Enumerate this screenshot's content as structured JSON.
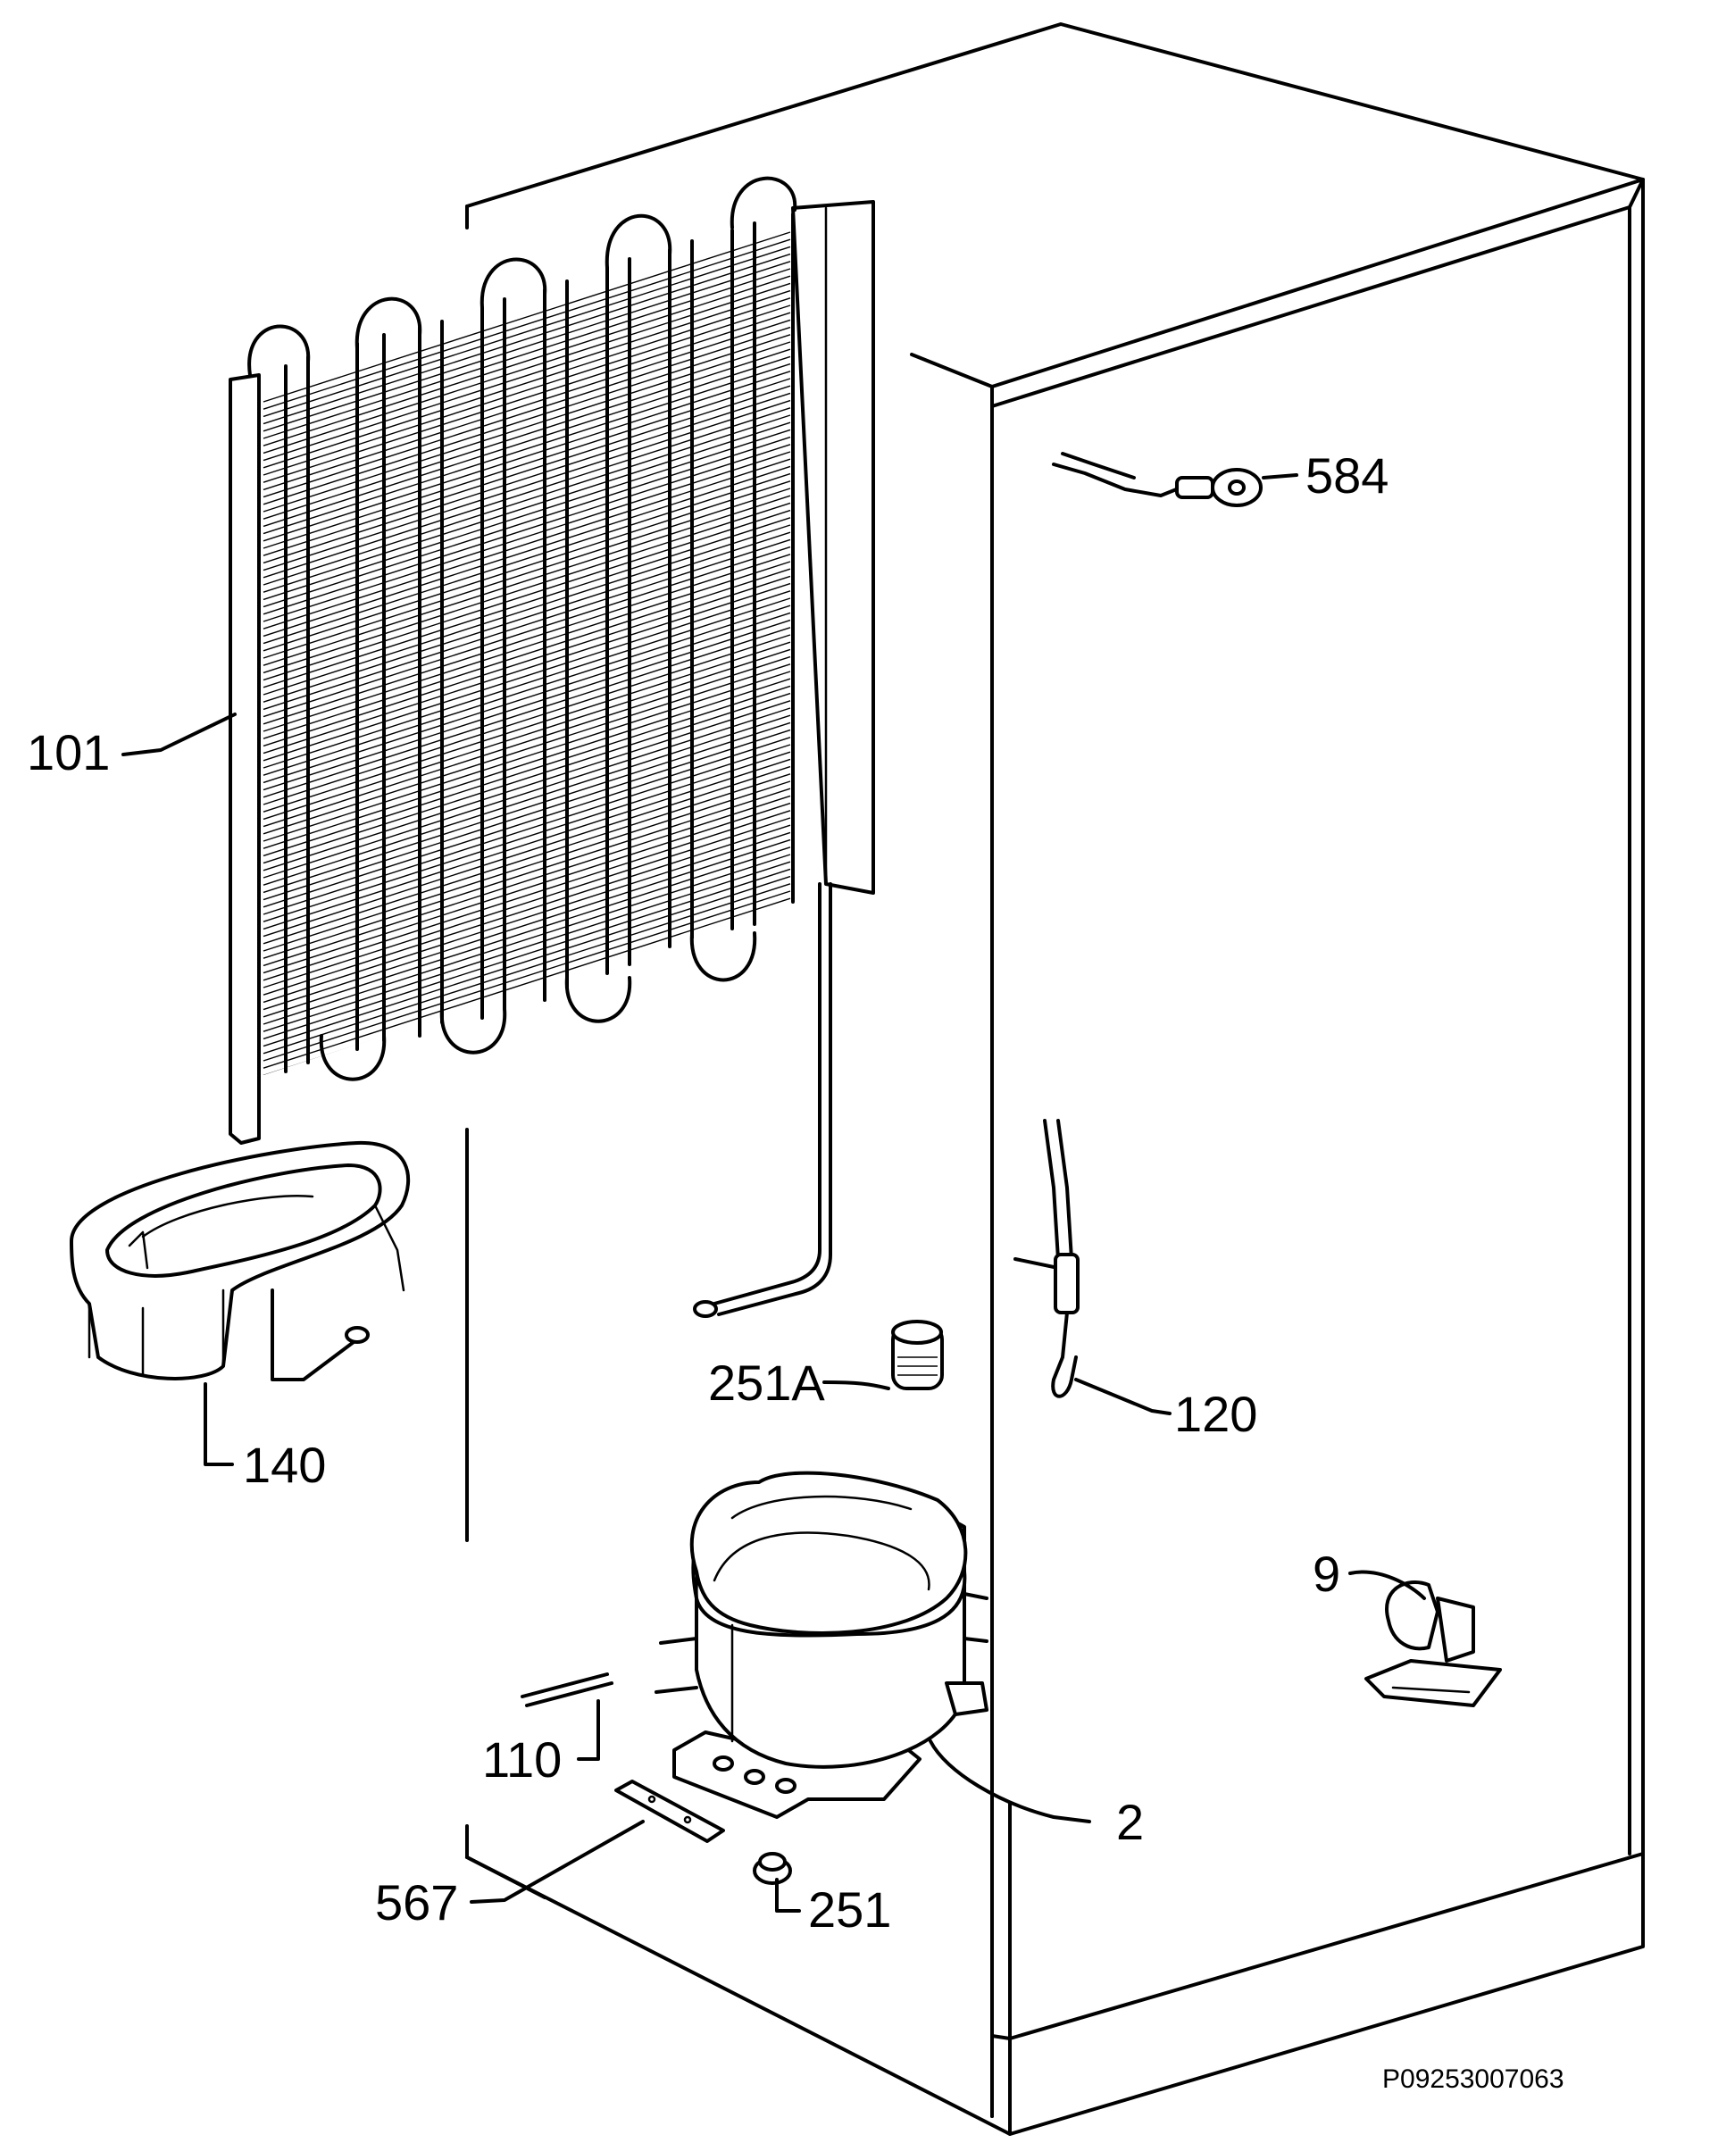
{
  "diagram": {
    "reference_code": "P09253007063",
    "callouts": [
      {
        "id": "101",
        "label": "101"
      },
      {
        "id": "140",
        "label": "140"
      },
      {
        "id": "584",
        "label": "584"
      },
      {
        "id": "120",
        "label": "120"
      },
      {
        "id": "251A",
        "label": "251A"
      },
      {
        "id": "9",
        "label": "9"
      },
      {
        "id": "110",
        "label": "110"
      },
      {
        "id": "2",
        "label": "2"
      },
      {
        "id": "567",
        "label": "567"
      },
      {
        "id": "251",
        "label": "251"
      }
    ]
  }
}
